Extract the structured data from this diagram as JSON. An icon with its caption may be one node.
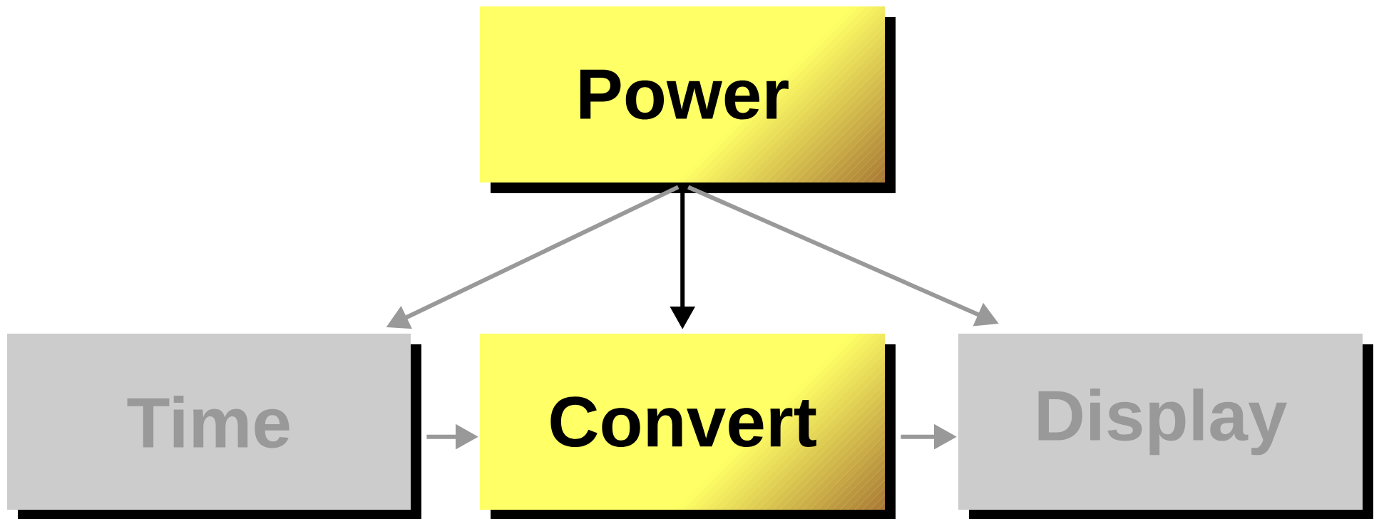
{
  "diagram": {
    "nodes": [
      {
        "text": [
          "Power"
        ]
      },
      {
        "text": [
          "Time"
        ]
      },
      {
        "text": [
          "Convert"
        ]
      },
      {
        "text": [
          "Display"
        ]
      }
    ],
    "edges": [
      {
        "from": 0,
        "to": 1,
        "arrow": "to"
      },
      {
        "from": 0,
        "to": 2,
        "arrow": "to",
        "color": "#000000"
      },
      {
        "from": 0,
        "to": 3,
        "arrow": "to"
      },
      {
        "from": 1,
        "to": 2,
        "arrow": "to"
      },
      {
        "from": 2,
        "to": 3,
        "arrow": "to"
      }
    ]
  }
}
